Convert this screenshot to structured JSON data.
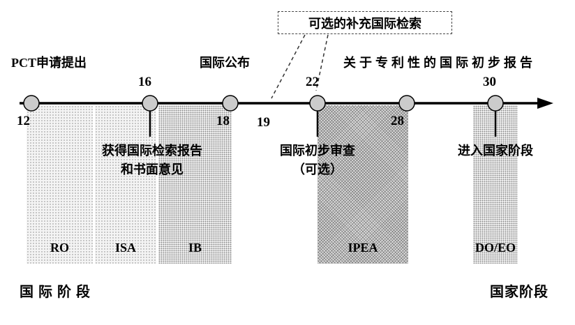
{
  "diagram": {
    "callout": "可选的补充国际检索",
    "top_labels": {
      "pct_filing": "PCT申请提出",
      "intl_publication": "国际公布",
      "iprp": "关于专利性的国际初步报告"
    },
    "nodes": [
      {
        "month": "12"
      },
      {
        "month": "16"
      },
      {
        "month": "18"
      },
      {
        "month": "19"
      },
      {
        "month": "22"
      },
      {
        "month": "28"
      },
      {
        "month": "30"
      }
    ],
    "annotations": {
      "isr_line1": "获得国际检索报告",
      "isr_line2": "和书面意见",
      "ipe_line1": "国际初步审查",
      "ipe_line2": "（可选）",
      "national_entry": "进入国家阶段"
    },
    "bands": [
      {
        "label": "RO"
      },
      {
        "label": "ISA"
      },
      {
        "label": "IB"
      },
      {
        "label": "IPEA"
      },
      {
        "label": "DO/EO"
      }
    ],
    "phases": {
      "international": "国 际 阶 段",
      "national": "国家阶段"
    },
    "colors": {
      "ink": "#000000",
      "node_fill": "#cbcbcb",
      "band_light": "#f4f4f4",
      "band_dark_hatch": "#dcdcdc"
    }
  }
}
